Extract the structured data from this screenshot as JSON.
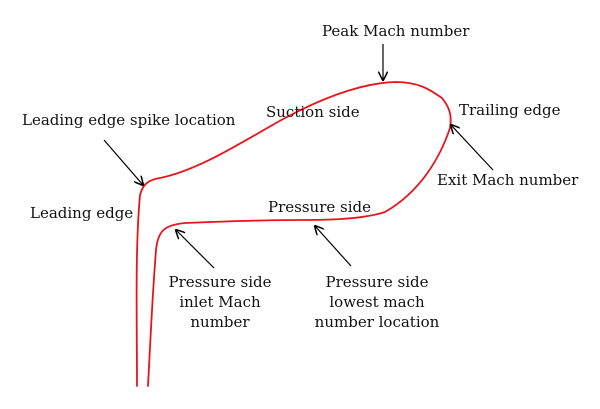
{
  "colors": {
    "curve": "#e8141c",
    "arrow": "#000000",
    "text": "#111111"
  },
  "labels": {
    "peak_mach": "Peak Mach number",
    "suction_side": "Suction side",
    "trailing_edge": "Trailing edge",
    "leading_edge_spike": "Leading edge spike location",
    "exit_mach": "Exit Mach number",
    "leading_edge": "Leading edge",
    "pressure_side": "Pressure side",
    "ps_inlet_l1": "Pressure side",
    "ps_inlet_l2": "inlet Mach",
    "ps_inlet_l3": "number",
    "ps_lowest_l1": "Pressure side",
    "ps_lowest_l2": "lowest mach",
    "ps_lowest_l3": "number location"
  }
}
